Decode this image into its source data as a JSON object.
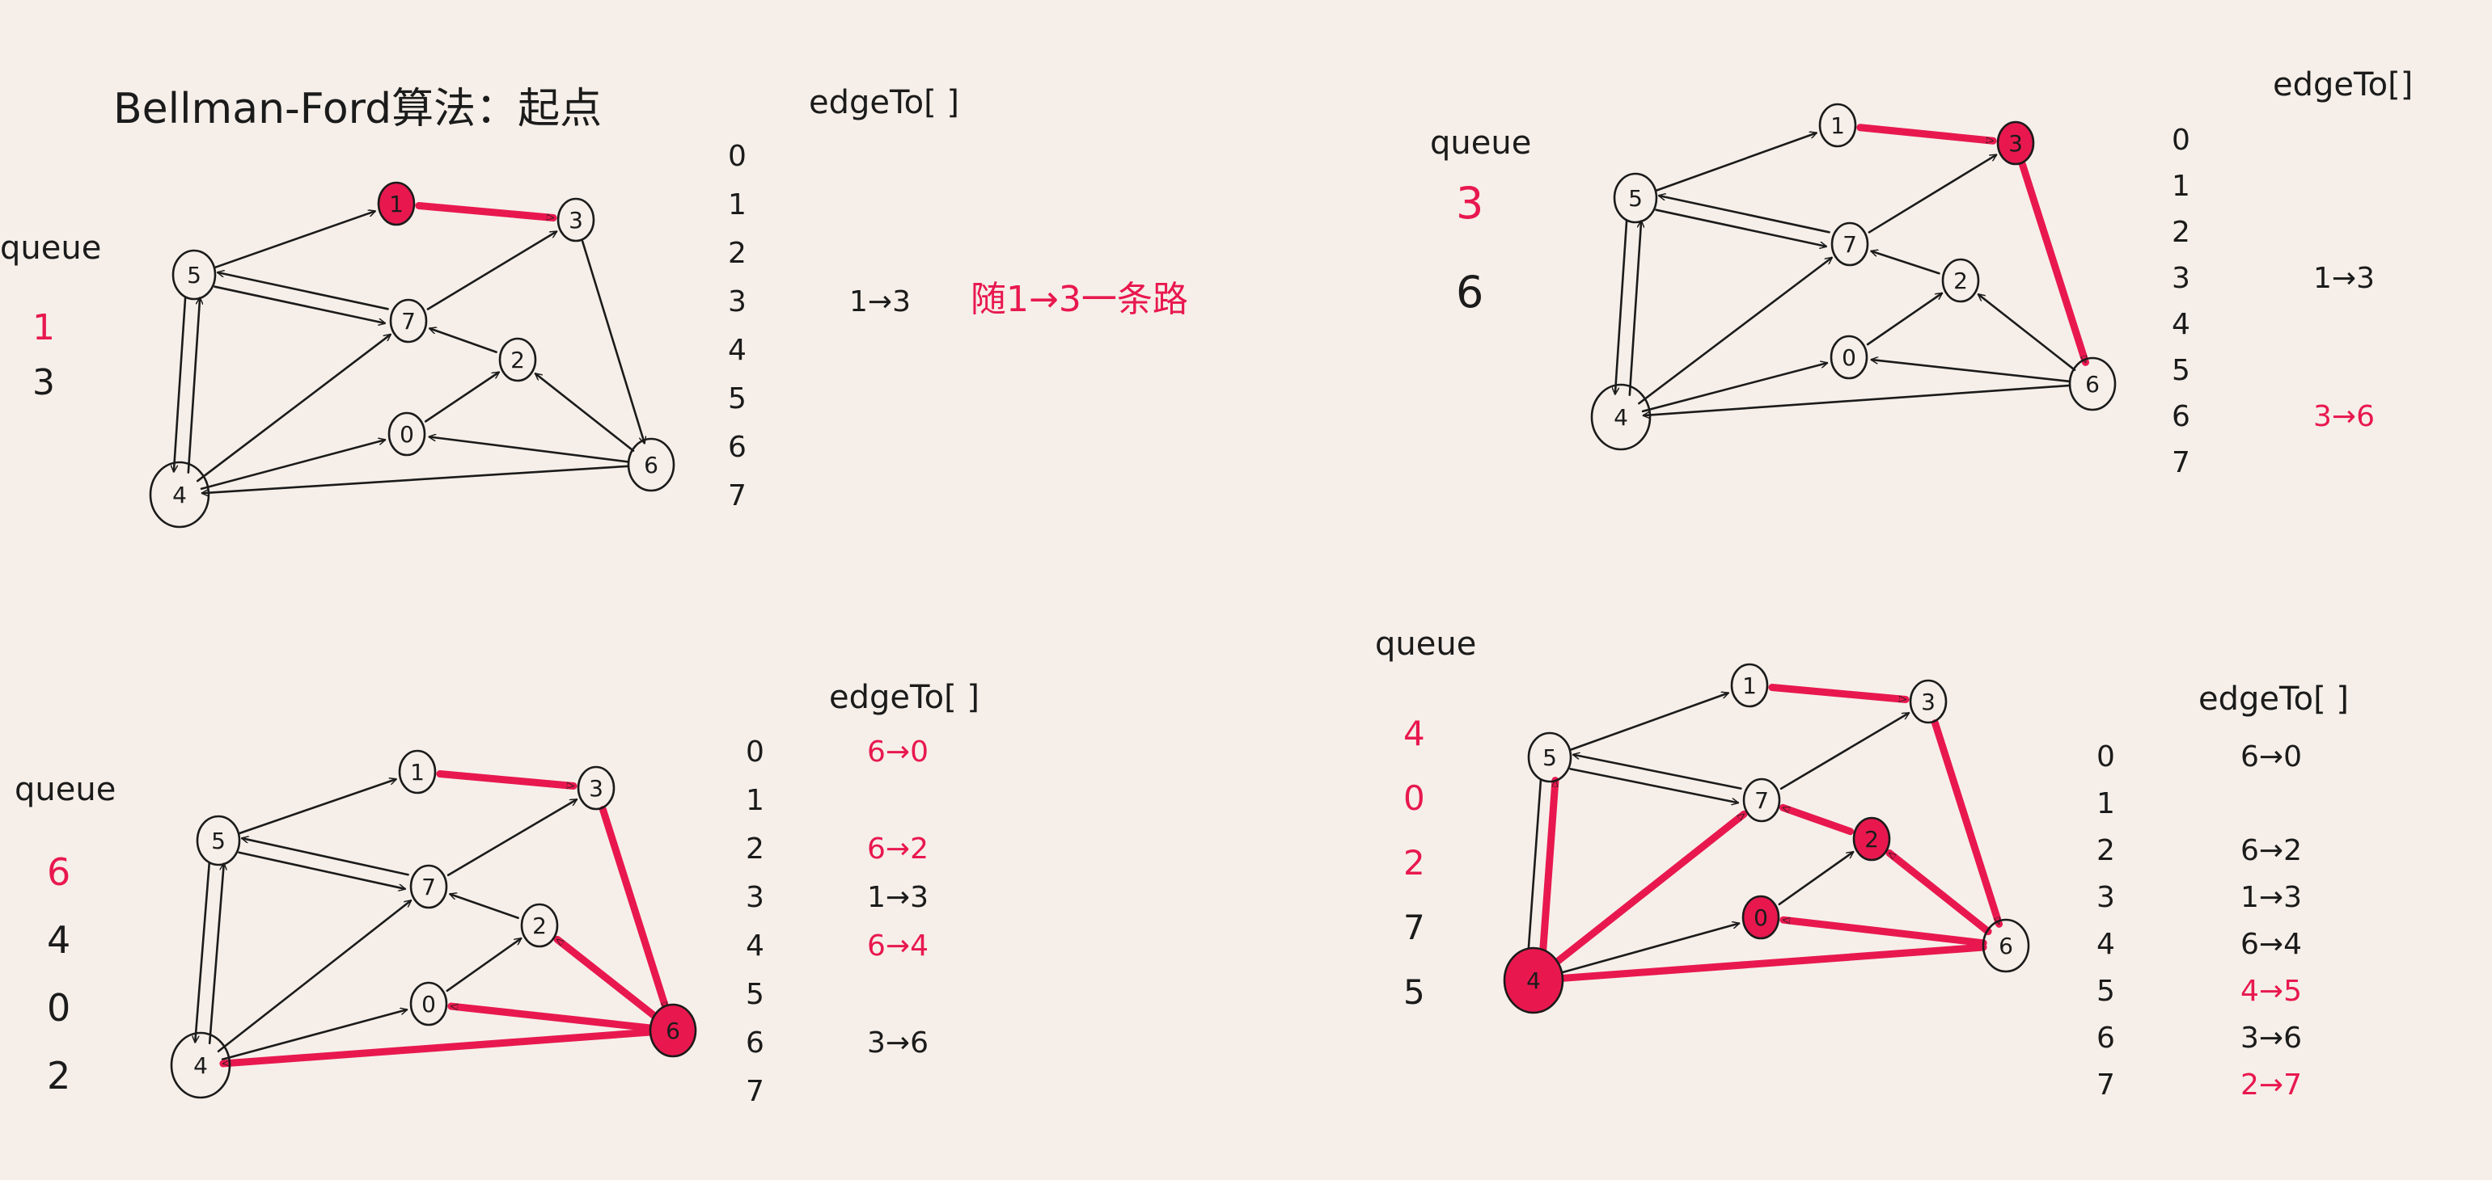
{
  "title": "Bellman-Ford算法：起点",
  "colors": {
    "ink": "#1b1b1b",
    "accent": "#e8184f",
    "background": "#f6efe9"
  },
  "panels": [
    {
      "queue_label": "queue",
      "queue": [
        {
          "value": "1",
          "highlight": true
        },
        {
          "value": "3",
          "highlight": false
        }
      ],
      "edge_header": "edgeTo[ ]",
      "index_labels": [
        "0",
        "1",
        "2",
        "3",
        "4",
        "5",
        "6",
        "7"
      ],
      "edge_entries": [
        {
          "row": 3,
          "value": "1→3",
          "highlight": false
        }
      ],
      "note": "随1→3一条路",
      "filled_nodes": [
        "1"
      ],
      "red_edges": [
        "1-3"
      ]
    },
    {
      "queue_label": "queue",
      "queue": [
        {
          "value": "3",
          "highlight": true
        },
        {
          "value": "6",
          "highlight": false
        }
      ],
      "edge_header": "edgeTo[]",
      "index_labels": [
        "0",
        "1",
        "2",
        "3",
        "4",
        "5",
        "6",
        "7"
      ],
      "edge_entries": [
        {
          "row": 3,
          "value": "1→3",
          "highlight": false
        },
        {
          "row": 6,
          "value": "3→6",
          "highlight": true
        }
      ],
      "filled_nodes": [
        "3"
      ],
      "red_edges": [
        "1-3",
        "3-6"
      ]
    },
    {
      "queue_label": "queue",
      "queue": [
        {
          "value": "6",
          "highlight": true
        },
        {
          "value": "4",
          "highlight": false
        },
        {
          "value": "0",
          "highlight": false
        },
        {
          "value": "2",
          "highlight": false
        }
      ],
      "edge_header": "edgeTo[ ]",
      "index_labels": [
        "0",
        "1",
        "2",
        "3",
        "4",
        "5",
        "6",
        "7"
      ],
      "edge_entries": [
        {
          "row": 0,
          "value": "6→0",
          "highlight": true
        },
        {
          "row": 2,
          "value": "6→2",
          "highlight": true
        },
        {
          "row": 3,
          "value": "1→3",
          "highlight": false
        },
        {
          "row": 4,
          "value": "6→4",
          "highlight": true
        },
        {
          "row": 6,
          "value": "3→6",
          "highlight": false
        }
      ],
      "filled_nodes": [
        "6"
      ],
      "red_edges": [
        "1-3",
        "3-6",
        "6-0",
        "6-2",
        "6-4"
      ]
    },
    {
      "queue_label": "queue",
      "queue": [
        {
          "value": "4",
          "highlight": true
        },
        {
          "value": "0",
          "highlight": true
        },
        {
          "value": "2",
          "highlight": true
        },
        {
          "value": "7",
          "highlight": false
        },
        {
          "value": "5",
          "highlight": false
        }
      ],
      "edge_header": "edgeTo[ ]",
      "index_labels": [
        "0",
        "1",
        "2",
        "3",
        "4",
        "5",
        "6",
        "7"
      ],
      "edge_entries": [
        {
          "row": 0,
          "value": "6→0",
          "highlight": false
        },
        {
          "row": 2,
          "value": "6→2",
          "highlight": false
        },
        {
          "row": 3,
          "value": "1→3",
          "highlight": false
        },
        {
          "row": 4,
          "value": "6→4",
          "highlight": false
        },
        {
          "row": 5,
          "value": "4→5",
          "highlight": true
        },
        {
          "row": 6,
          "value": "3→6",
          "highlight": false
        },
        {
          "row": 7,
          "value": "2→7",
          "highlight": true
        }
      ],
      "filled_nodes": [
        "4",
        "0",
        "2"
      ],
      "red_edges": [
        "1-3",
        "3-6",
        "6-0",
        "6-2",
        "6-4",
        "4-5",
        "4-7",
        "2-7"
      ]
    }
  ]
}
